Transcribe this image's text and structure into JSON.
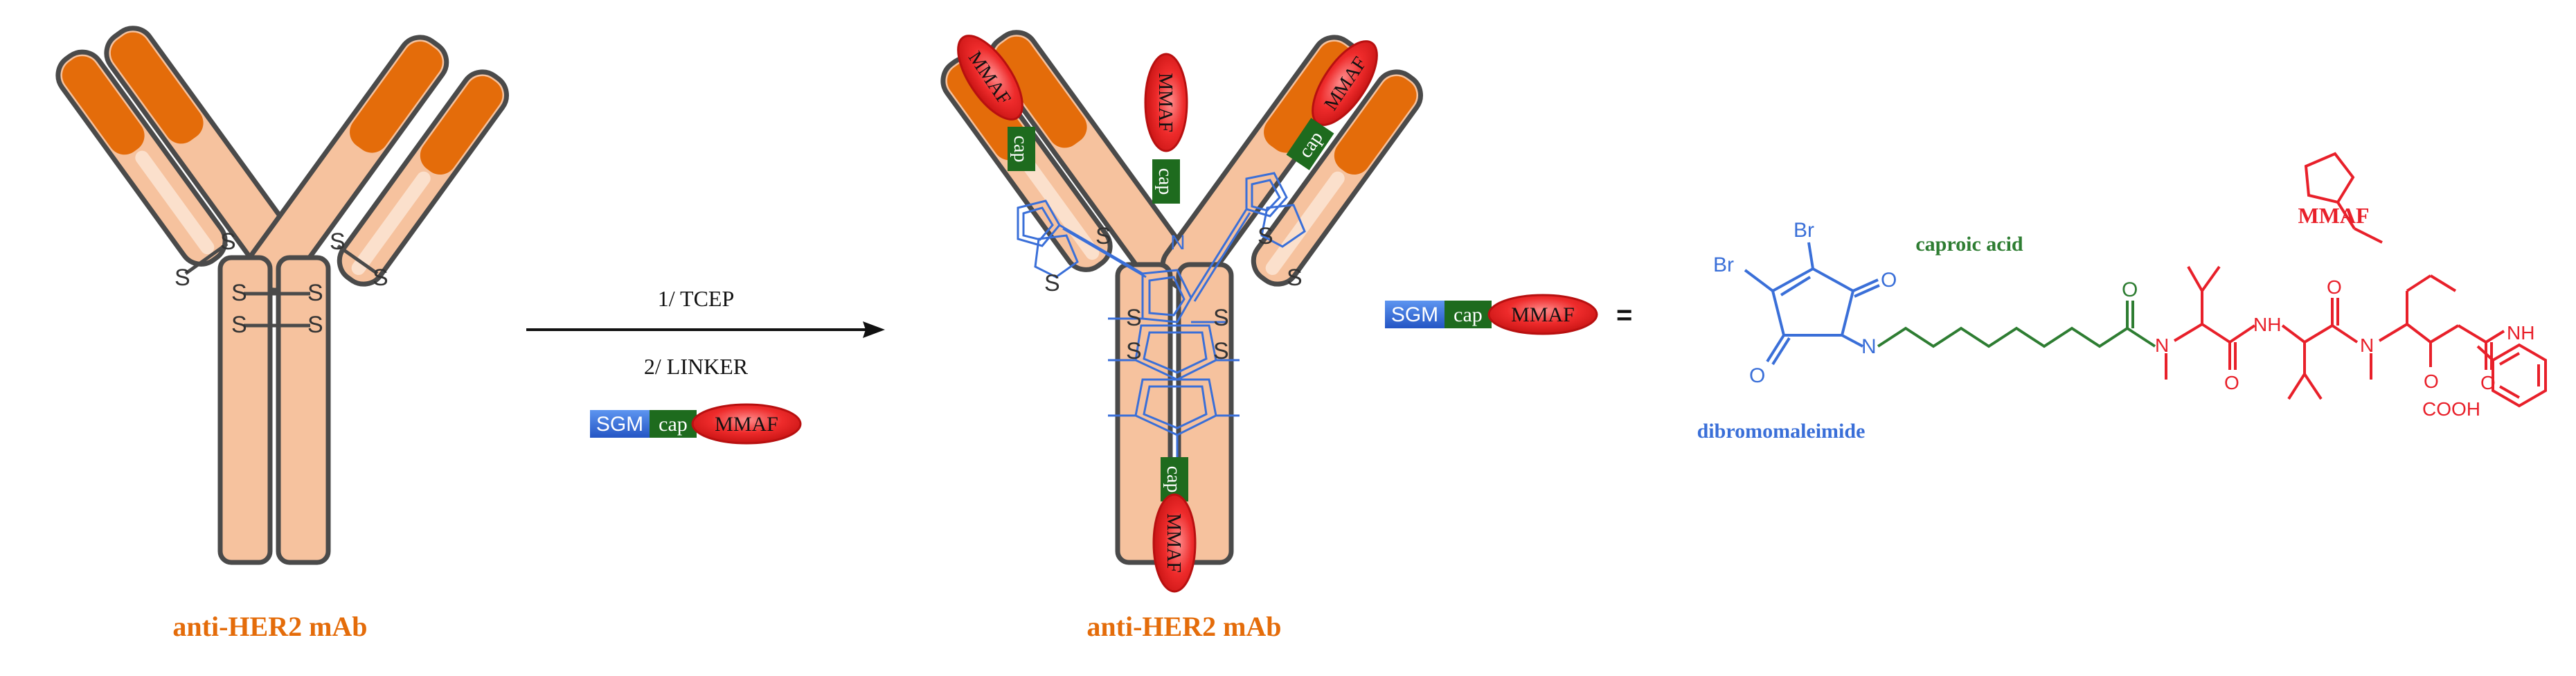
{
  "labels": {
    "left_antibody": "anti-HER2 mAb",
    "right_antibody": "anti-HER2 mAb",
    "step1": "1/ TCEP",
    "step2": "2/ LINKER",
    "equals": "=",
    "caproic_acid": "caproic acid",
    "mmaf_title": "MMAF",
    "dibromomaleimide": "dibromomaleimide"
  },
  "linker_chip": {
    "sgm": "SGM",
    "cap": "cap",
    "mmaf": "MMAF"
  },
  "conjugate_tags": {
    "mmaf": "MMAF",
    "cap": "cap"
  },
  "atoms": {
    "sulfur": "S",
    "nitrogen": "N",
    "oxygen": "O",
    "bromine": "Br",
    "nh": "NH",
    "cooh": "COOH"
  },
  "colors": {
    "heavy_fill": "#f6c29e",
    "heavy_light": "#fbe0cc",
    "variable_orange": "#e46c0a",
    "outline": "#4a4a4a",
    "label_orange": "#e46c0a",
    "sgm_blue": "#2f6fde",
    "cap_green": "#1e6b1e",
    "mmaf_red": "#e8202a",
    "chem_blue": "#3a6fd8",
    "chem_green": "#2e7d32",
    "chem_red": "#e8202a"
  }
}
